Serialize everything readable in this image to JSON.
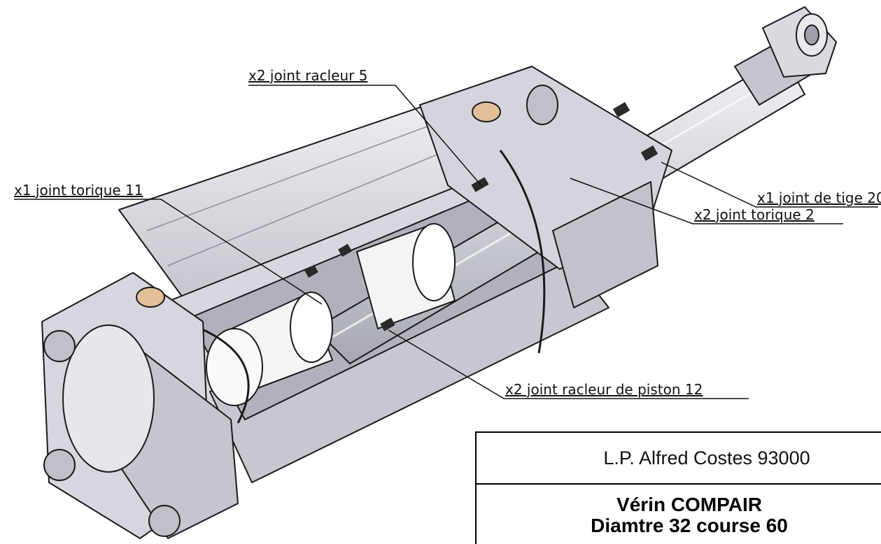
{
  "labels": {
    "racleur5": "x2 joint racleur 5",
    "torique11": "x1 joint torique 11",
    "tige20": "x1 joint de tige 20",
    "torique2": "x2 joint torique 2",
    "piston12": "x2 joint racleur de piston 12"
  },
  "title_block": {
    "school": "L.P. Alfred Costes 93000",
    "title_line1": "Vérin COMPAIR",
    "title_line2": "Diamtre 32 course 60"
  },
  "colors": {
    "metal_light": "#e6e7ec",
    "metal_mid": "#c9cad2",
    "metal_dark": "#9a9ba5",
    "piston_white": "#f4f4f4",
    "bushing_orange": "#f0a828",
    "outline": "#1a1a1a"
  }
}
